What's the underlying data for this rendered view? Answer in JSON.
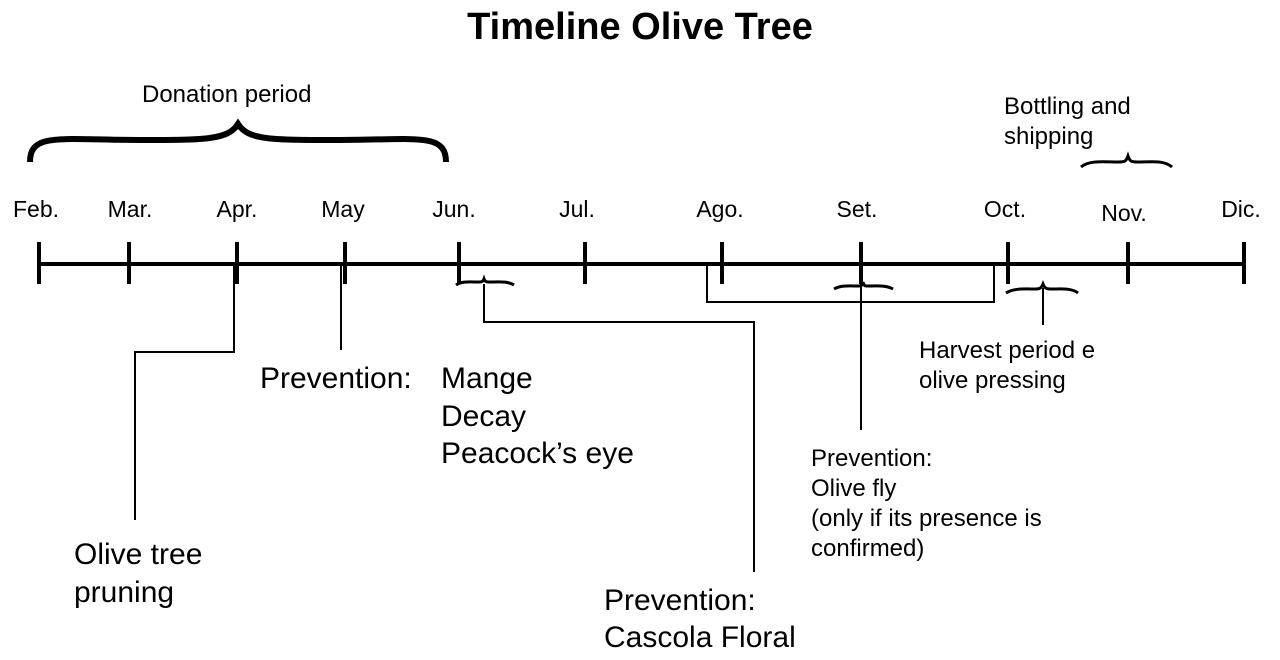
{
  "title": "Timeline Olive Tree",
  "months": [
    "Feb.",
    "Mar.",
    "Apr.",
    "May",
    "Jun.",
    "Jul.",
    "Ago.",
    "Set.",
    "Oct.",
    "Nov.",
    "Dic."
  ],
  "annotations": {
    "donation": "Donation period",
    "bottling": [
      "Bottling and",
      "shipping"
    ],
    "pruning": [
      "Olive tree",
      "pruning"
    ],
    "prevention_label": "Prevention:",
    "prevention_diseases": [
      "Mange",
      "Decay",
      "Peacock’s eye"
    ],
    "cascola": [
      "Prevention:",
      "Cascola Floral"
    ],
    "harvest": [
      "Harvest period e",
      "olive pressing"
    ],
    "olive_fly": [
      "Prevention:",
      "Olive fly",
      "(only if its presence is",
      "confirmed)"
    ]
  }
}
